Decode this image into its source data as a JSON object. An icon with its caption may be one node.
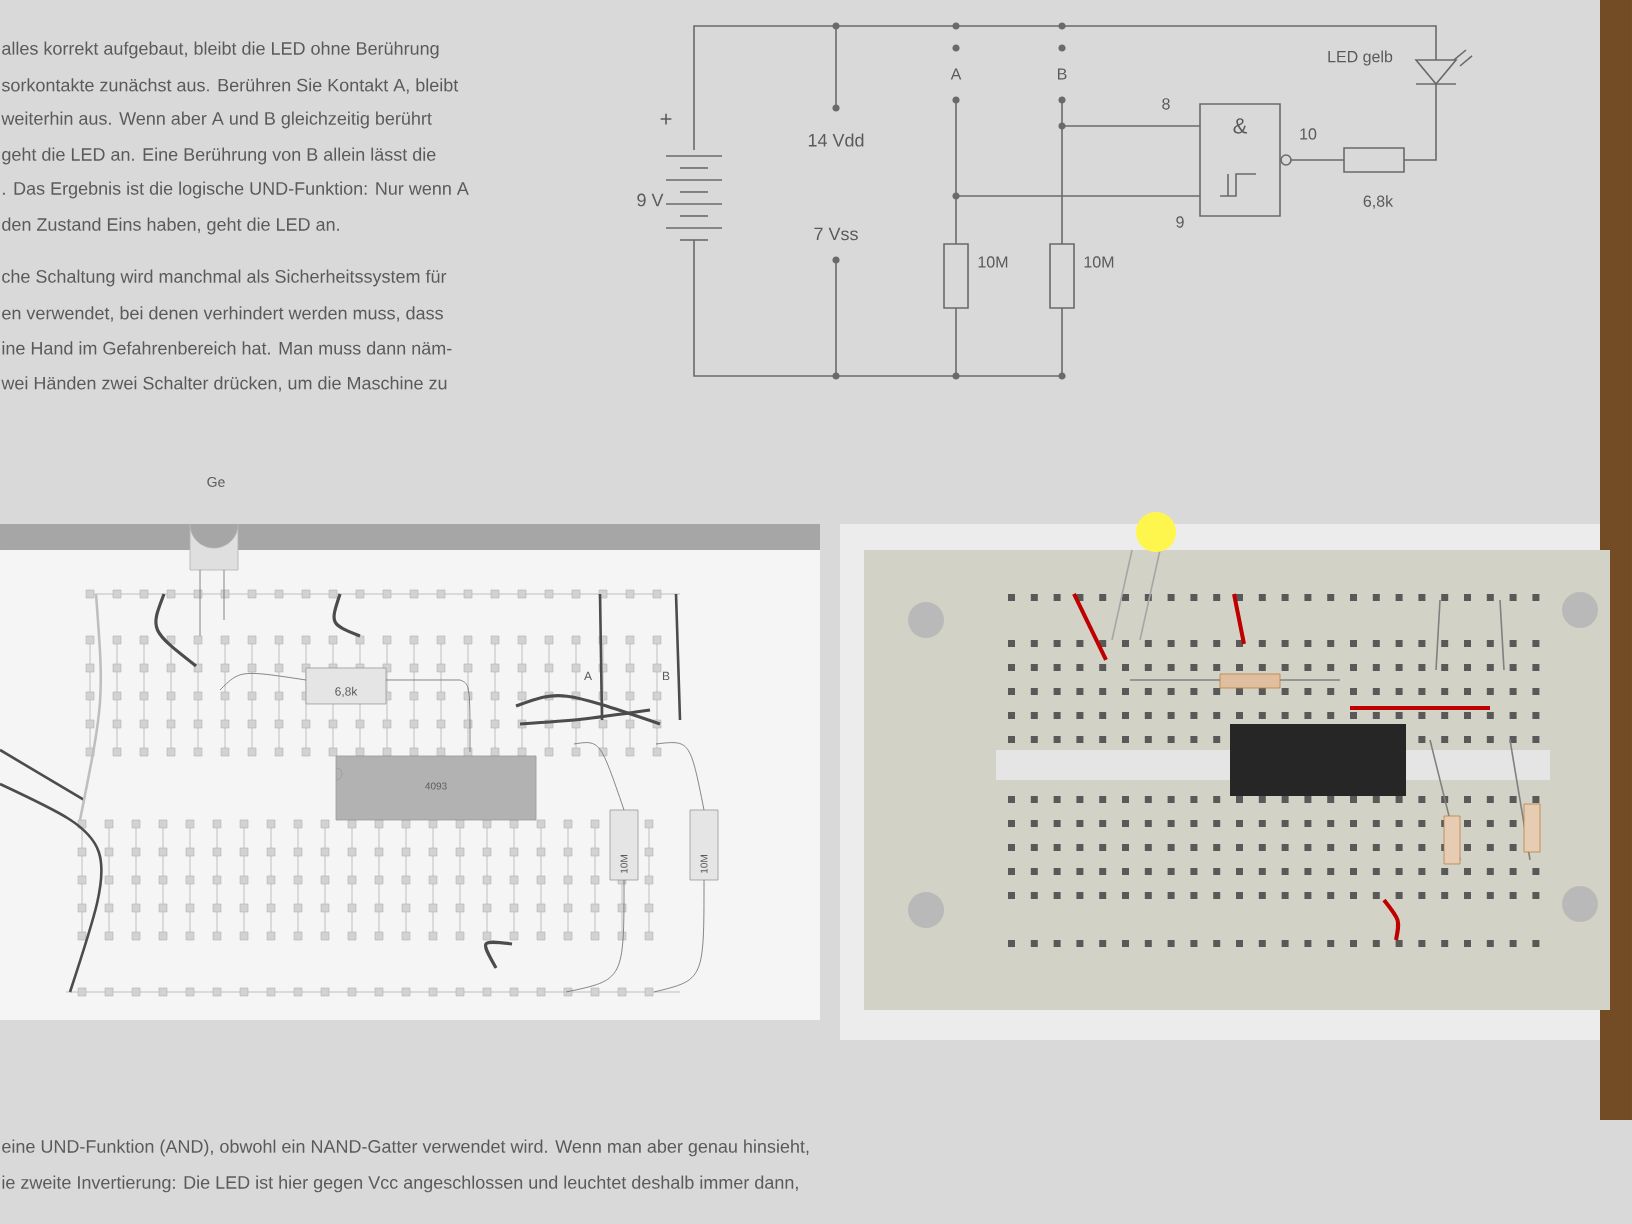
{
  "diagram": {
    "labels": [
      "alles korrekt aufgebaut, bleibt die LED ohne Berührung",
      "sorkontakte zunächst aus. Berühren Sie Kontakt A, bleibt",
      "weiterhin aus. Wenn aber A und B gleichzeitig berührt",
      "geht die LED an. Eine Berührung von B allein lässt die",
      ". Das Ergebnis ist die logische UND-Funktion: Nur wenn A",
      "den Zustand Eins haben, geht die LED an.",
      "che Schaltung wird manchmal als Sicherheitssystem für",
      "en verwendet, bei denen verhindert werden muss, dass",
      "ine Hand im Gefahrenbereich hat. Man muss dann näm-",
      "wei Händen zwei Schalter drücken, um die Maschine zu",
      "+",
      "9 V",
      "14 Vdd",
      "7 Vss",
      "A",
      "B",
      "8",
      "&",
      "10",
      "9",
      "6,8k",
      "LED gelb",
      "10M",
      "10M",
      "Ge",
      "6,8k",
      "4093",
      "A",
      "B",
      "10M",
      "10M",
      "eine UND-Funktion (AND), obwohl ein NAND-Gatter verwendet wird. Wenn man aber genau hinsieht,",
      "ie zweite Invertierung: Die LED ist hier gegen Vcc angeschlossen und leuchtet deshalb immer dann,"
    ]
  }
}
